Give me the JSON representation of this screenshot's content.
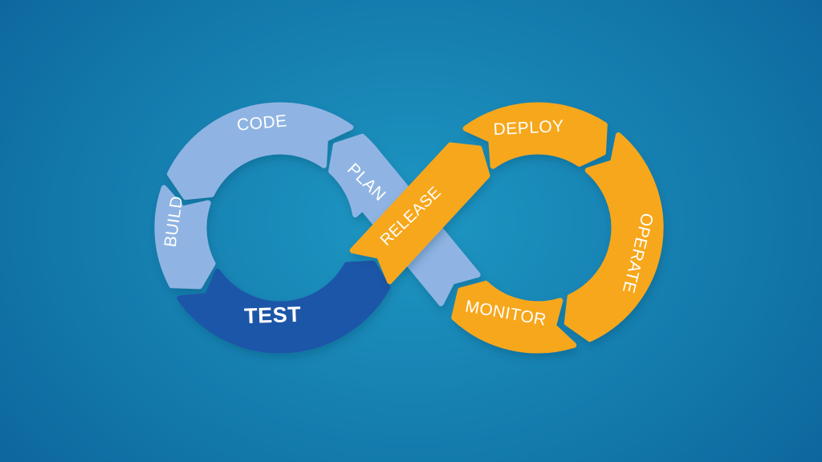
{
  "diagram": {
    "flow_order": [
      "PLAN",
      "CODE",
      "BUILD",
      "TEST",
      "RELEASE",
      "DEPLOY",
      "OPERATE",
      "MONITOR"
    ],
    "stages": {
      "plan": "PLAN",
      "code": "CODE",
      "build": "BUILD",
      "test": "TEST",
      "release": "RELEASE",
      "deploy": "DEPLOY",
      "operate": "OPERATE",
      "monitor": "MONITOR"
    },
    "colors": {
      "left_loop": "#8fb4e3",
      "test_highlight": "#1e57a8",
      "right_loop": "#f7a71f",
      "label_text": "#ffffff",
      "background_center": "#1e97c3",
      "background_mid": "#1277a9",
      "background_edge": "#0a5592",
      "shadow": "#023c5e"
    }
  }
}
